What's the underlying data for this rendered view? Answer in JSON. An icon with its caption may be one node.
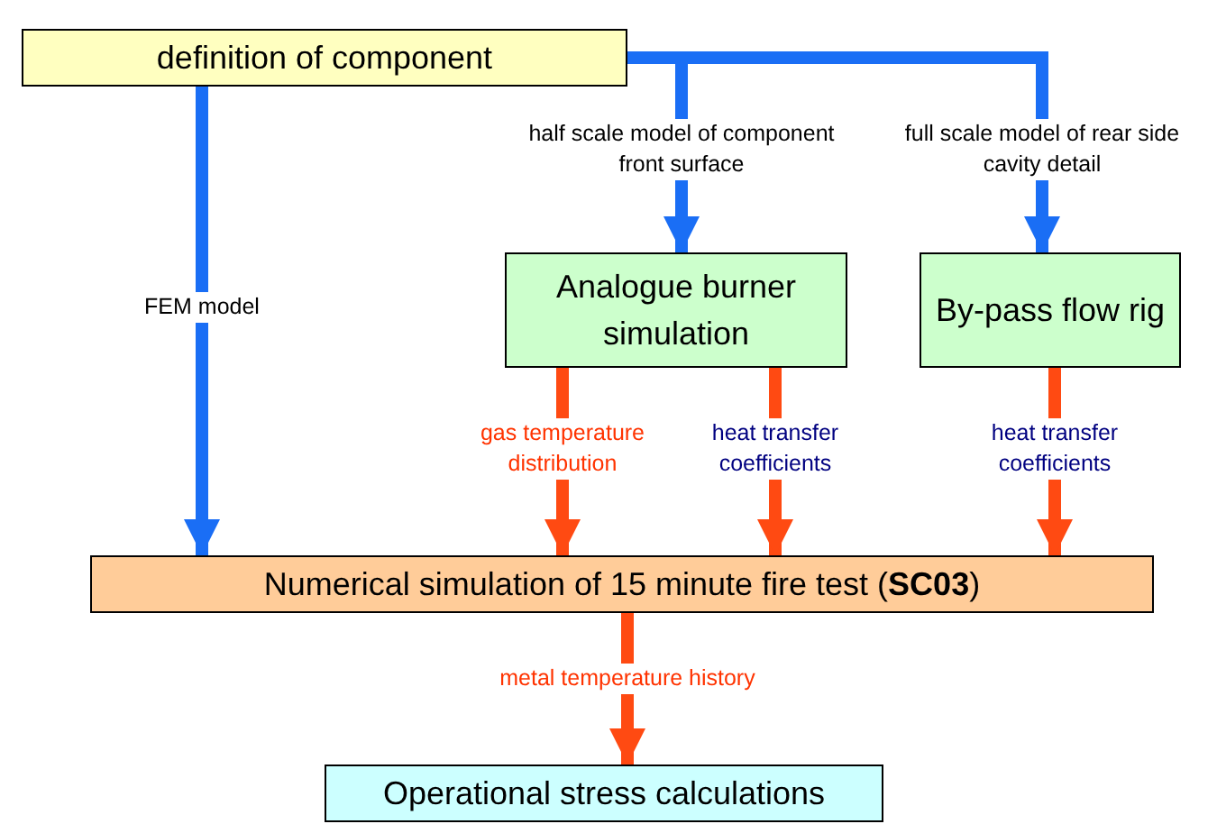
{
  "diagram": {
    "nodes": [
      {
        "text": [
          "definition of component"
        ]
      },
      {
        "text": [
          "Analogue burner simulation"
        ]
      },
      {
        "text": [
          "By-pass flow rig"
        ]
      },
      {
        "text": [
          "Numerical simulation of 15 minute fire test (**SC03**)"
        ]
      },
      {
        "text": [
          "Operational stress calculations"
        ]
      }
    ],
    "edges": [
      {
        "from": 0,
        "to": 3,
        "arrow": "to",
        "label": "FEM model",
        "color": "#1a6ef5"
      },
      {
        "from": 0,
        "to": 1,
        "arrow": "to",
        "label": "half scale model of component front surface",
        "color": "#1a6ef5"
      },
      {
        "from": 0,
        "to": 2,
        "arrow": "to",
        "label": "full scale model of rear side cavity detail",
        "color": "#1a6ef5"
      },
      {
        "from": 1,
        "to": 3,
        "arrow": "to",
        "label": "gas temperature distribution"
      },
      {
        "from": 1,
        "to": 3,
        "arrow": "to",
        "label": "heat transfer coefficients"
      },
      {
        "from": 2,
        "to": 3,
        "arrow": "to",
        "label": "heat transfer coefficients"
      },
      {
        "from": 3,
        "to": 4,
        "arrow": "to",
        "label": "metal temperature history"
      }
    ]
  }
}
